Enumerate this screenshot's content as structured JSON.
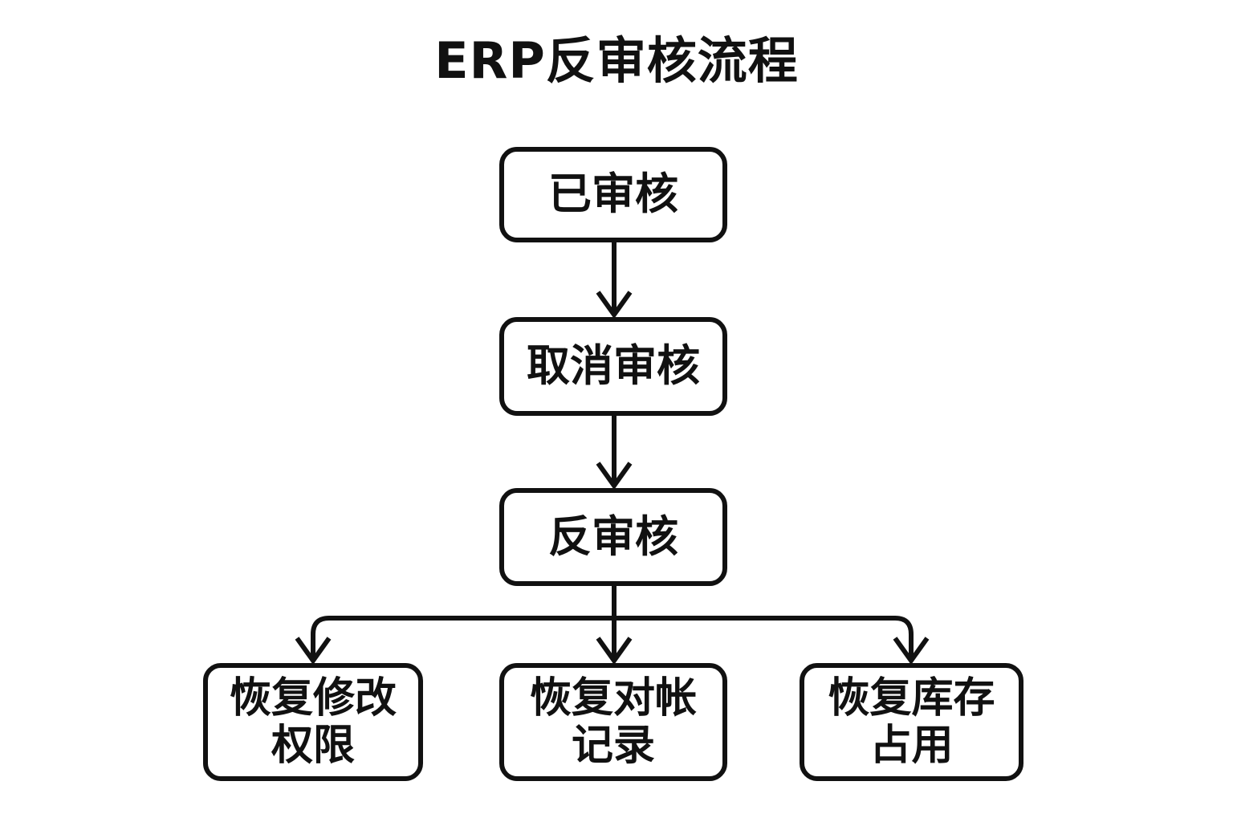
{
  "diagram": {
    "title": "ERP反审核流程",
    "background_color": "#ffffff",
    "line_color": "#111111",
    "nodes": [
      {
        "id": "approved",
        "label": "已审核",
        "shape": "rounded-rect"
      },
      {
        "id": "cancel",
        "label": "取消审核",
        "shape": "rounded-rect"
      },
      {
        "id": "reverse",
        "label": "反审核",
        "shape": "rounded-rect"
      },
      {
        "id": "restore-permission",
        "label": "恢复修改\n权限",
        "shape": "rounded-rect"
      },
      {
        "id": "restore-recon",
        "label": "恢复对帐\n记录",
        "shape": "rounded-rect"
      },
      {
        "id": "restore-stock",
        "label": "恢复库存\n占用",
        "shape": "rounded-rect"
      }
    ],
    "edges": [
      {
        "from": "approved",
        "to": "cancel",
        "label": "",
        "style": "arrow-down"
      },
      {
        "from": "cancel",
        "to": "reverse",
        "label": "",
        "style": "arrow-down"
      },
      {
        "from": "reverse",
        "to": "restore-permission",
        "label": "",
        "style": "elbow-arrow"
      },
      {
        "from": "reverse",
        "to": "restore-recon",
        "label": "",
        "style": "arrow-down"
      },
      {
        "from": "reverse",
        "to": "restore-stock",
        "label": "",
        "style": "elbow-arrow"
      }
    ]
  }
}
